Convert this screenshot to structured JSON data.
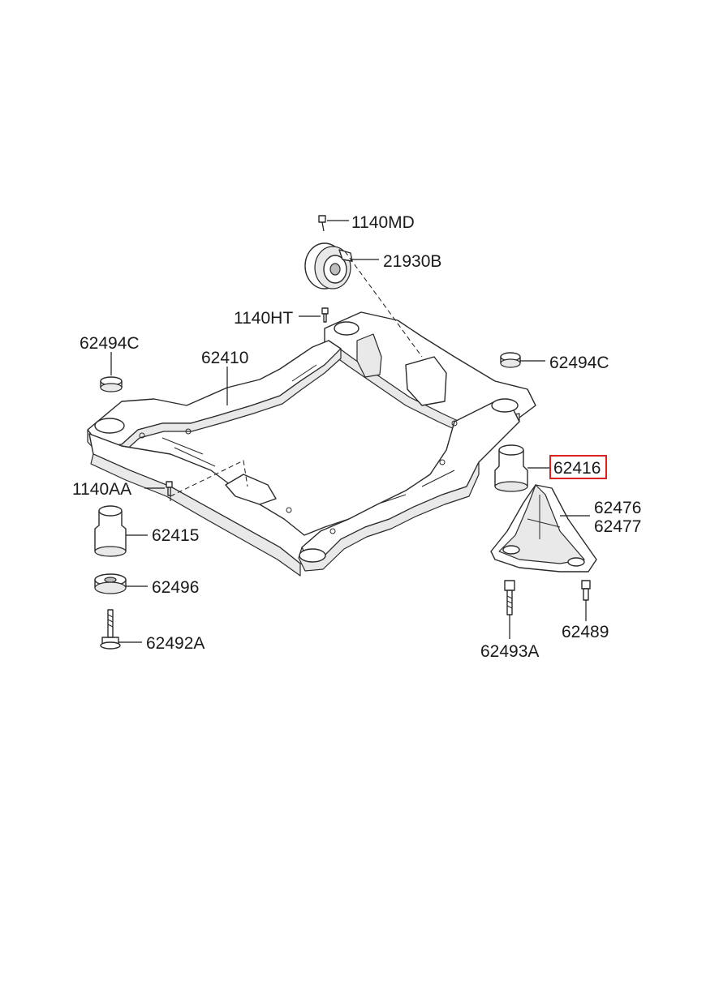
{
  "parts": [
    {
      "id": "p_1140MD",
      "number": "1140MD"
    },
    {
      "id": "p_21930B",
      "number": "21930B"
    },
    {
      "id": "p_1140HT",
      "number": "1140HT"
    },
    {
      "id": "p_62494C_left",
      "number": "62494C"
    },
    {
      "id": "p_62410",
      "number": "62410"
    },
    {
      "id": "p_62494C_right",
      "number": "62494C"
    },
    {
      "id": "p_62416",
      "number": "62416",
      "highlighted": true
    },
    {
      "id": "p_1140AA",
      "number": "1140AA"
    },
    {
      "id": "p_62476",
      "number": "62476"
    },
    {
      "id": "p_62477",
      "number": "62477"
    },
    {
      "id": "p_62415",
      "number": "62415"
    },
    {
      "id": "p_62496",
      "number": "62496"
    },
    {
      "id": "p_62489",
      "number": "62489"
    },
    {
      "id": "p_62492A",
      "number": "62492A"
    },
    {
      "id": "p_62493A",
      "number": "62493A"
    }
  ],
  "colors": {
    "highlight": "#e02020",
    "line": "#2a2a2a",
    "background": "#ffffff"
  }
}
